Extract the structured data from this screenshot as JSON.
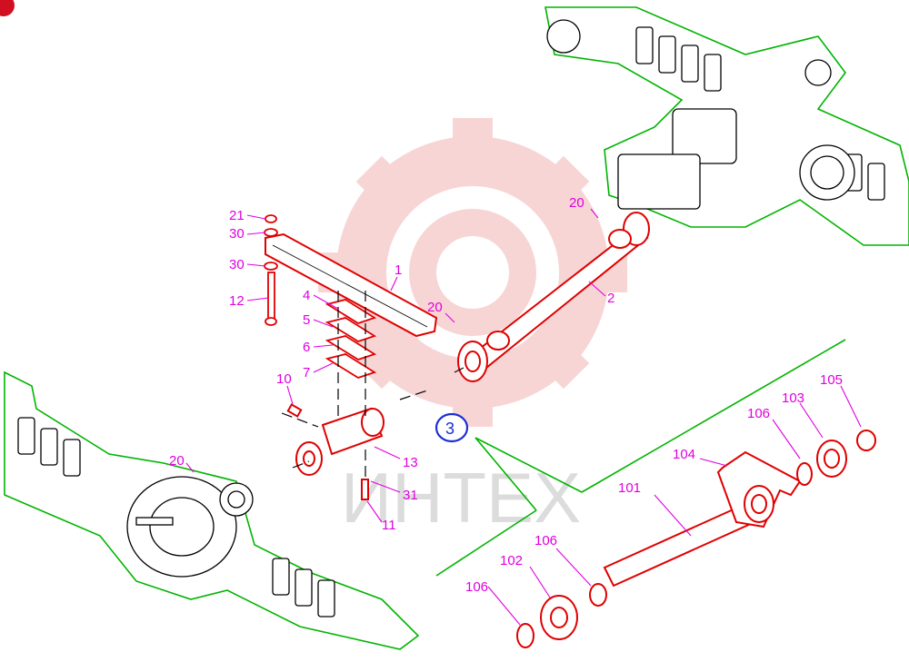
{
  "colors": {
    "callout": "#e000e0",
    "part": "#e00000",
    "outline": "#000000",
    "leader": "#00b400",
    "watermark": "#f3b3b3",
    "badge": "#1a2fd6"
  },
  "watermark": {
    "text": "ИНТЕХ",
    "kind": "gear-logo"
  },
  "badge": {
    "label": "3"
  },
  "callouts": [
    {
      "id": "c21a",
      "label": "21"
    },
    {
      "id": "c30a",
      "label": "30"
    },
    {
      "id": "c30b",
      "label": "30"
    },
    {
      "id": "c12",
      "label": "12"
    },
    {
      "id": "c1",
      "label": "1"
    },
    {
      "id": "c4",
      "label": "4"
    },
    {
      "id": "c5",
      "label": "5"
    },
    {
      "id": "c6",
      "label": "6"
    },
    {
      "id": "c7",
      "label": "7"
    },
    {
      "id": "c20a",
      "label": "20"
    },
    {
      "id": "c20b",
      "label": "20"
    },
    {
      "id": "c2",
      "label": "2"
    },
    {
      "id": "c10",
      "label": "10"
    },
    {
      "id": "c13",
      "label": "13"
    },
    {
      "id": "c31",
      "label": "31"
    },
    {
      "id": "c11",
      "label": "11"
    },
    {
      "id": "c20c",
      "label": "20"
    },
    {
      "id": "c104",
      "label": "104"
    },
    {
      "id": "c106a",
      "label": "106"
    },
    {
      "id": "c103",
      "label": "103"
    },
    {
      "id": "c105",
      "label": "105"
    },
    {
      "id": "c101",
      "label": "101"
    },
    {
      "id": "c102",
      "label": "102"
    },
    {
      "id": "c106b",
      "label": "106"
    },
    {
      "id": "c106c",
      "label": "106"
    }
  ]
}
